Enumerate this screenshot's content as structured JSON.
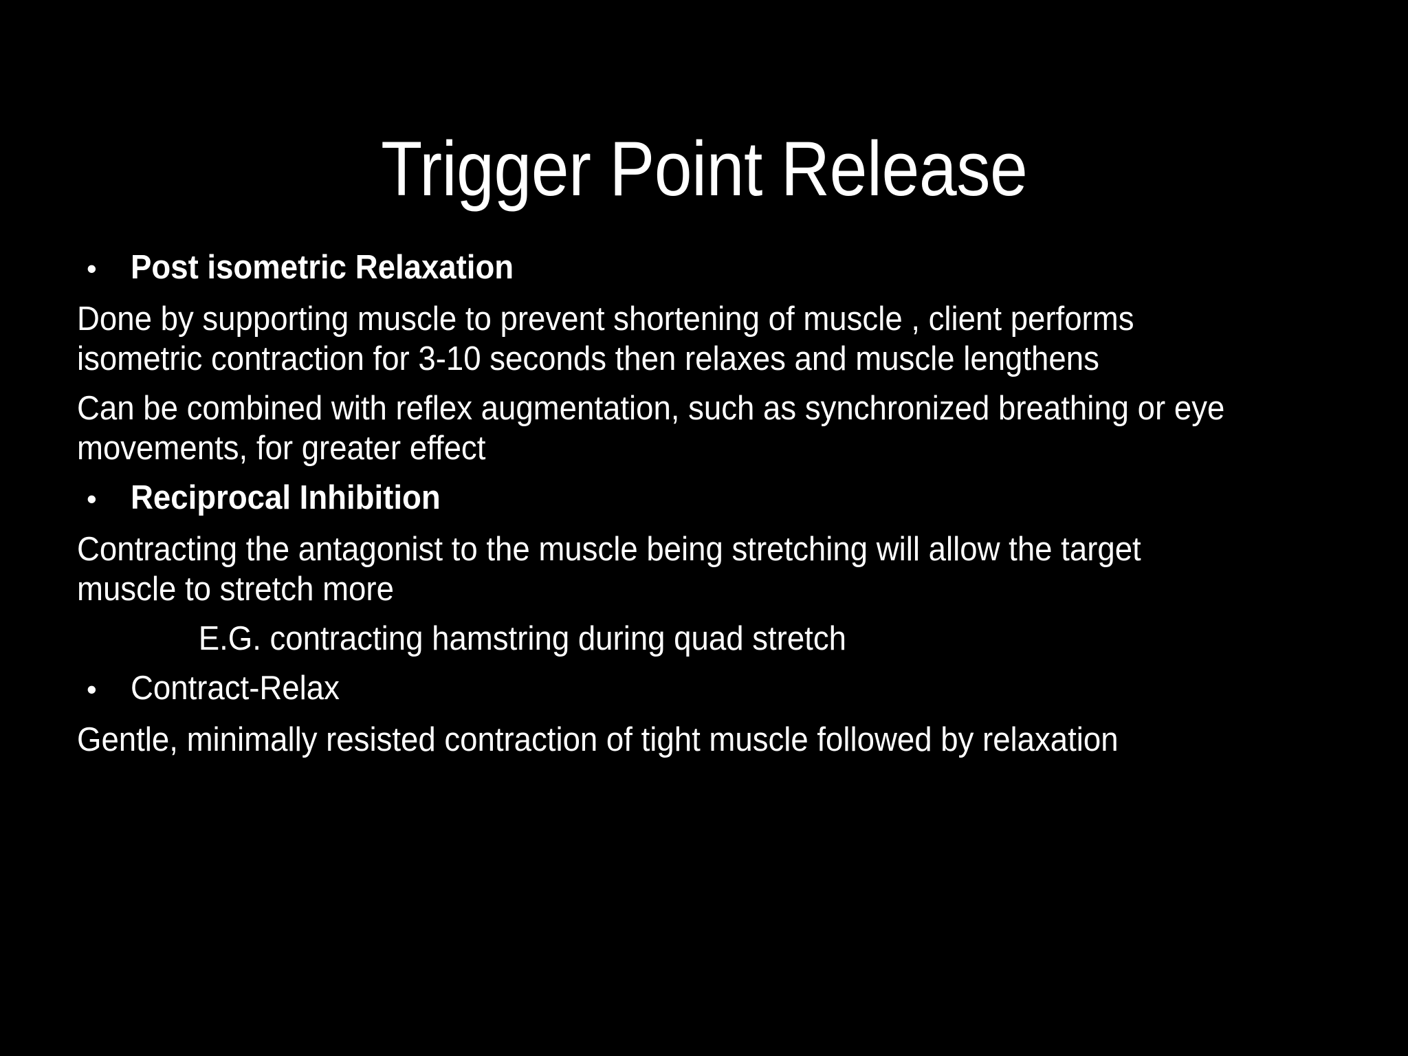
{
  "slide": {
    "background_color": "#000000",
    "text_color": "#FFFFFF",
    "title": "Trigger Point Release",
    "bullet_glyph": "•",
    "content": [
      {
        "kind": "bullet",
        "name": "bullet-post-isometric-relaxation",
        "text": "Post isometric Relaxation",
        "bold": true
      },
      {
        "kind": "paragraph",
        "name": "paragraph-post-isometric-description",
        "text": "Done by supporting muscle to prevent shortening of muscle , client performs isometric contraction for 3-10 seconds then relaxes and muscle lengthens",
        "indent": false
      },
      {
        "kind": "paragraph",
        "name": "paragraph-reflex-augmentation",
        "text": "Can be combined with reflex augmentation, such as synchronized breathing or eye movements, for greater effect",
        "indent": false
      },
      {
        "kind": "bullet",
        "name": "bullet-reciprocal-inhibition",
        "text": "Reciprocal Inhibition",
        "bold": true
      },
      {
        "kind": "paragraph",
        "name": "paragraph-reciprocal-inhibition-description",
        "text": "Contracting the antagonist to the muscle being stretching will allow the target muscle to stretch more",
        "indent": false
      },
      {
        "kind": "paragraph",
        "name": "paragraph-reciprocal-inhibition-example",
        "text": "E.G. contracting hamstring during quad stretch",
        "indent": true
      },
      {
        "kind": "bullet",
        "name": "bullet-contract-relax",
        "text": "Contract-Relax",
        "bold": false
      },
      {
        "kind": "paragraph",
        "name": "paragraph-contract-relax-description",
        "text": "Gentle, minimally resisted contraction of tight muscle followed by relaxation",
        "indent": false
      }
    ]
  }
}
